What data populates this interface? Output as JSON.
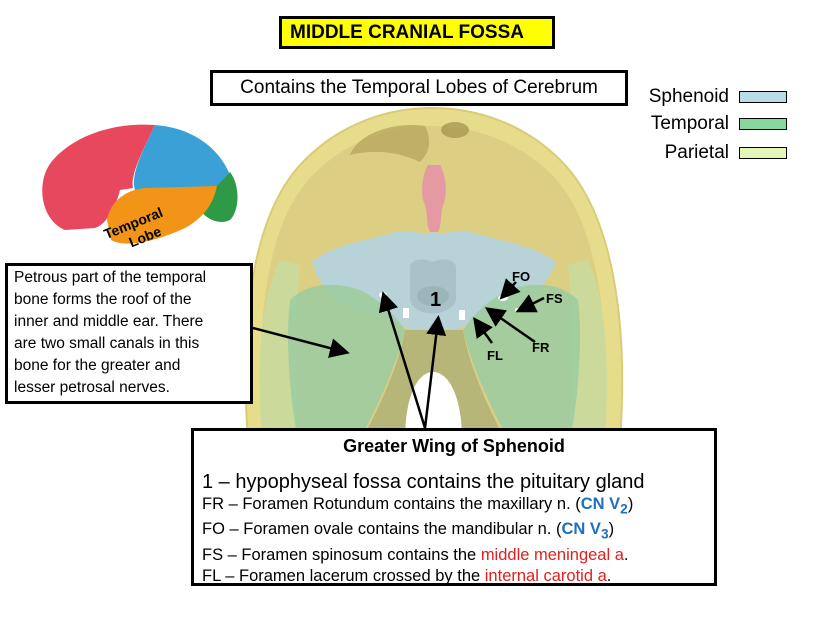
{
  "title": "MIDDLE CRANIAL FOSSA",
  "subtitle": "Contains the Temporal Lobes of Cerebrum",
  "legend": [
    {
      "label": "Sphenoid",
      "color": "#b9dde6"
    },
    {
      "label": "Temporal",
      "color": "#86d99c"
    },
    {
      "label": "Parietal",
      "color": "#e4f7b9"
    }
  ],
  "brain": {
    "label_line1": "Temporal",
    "label_line2": "Lobe",
    "colors": {
      "frontal": "#e8485e",
      "parietal": "#3aa0d6",
      "occipital": "#2e9a48",
      "temporal": "#f29418"
    }
  },
  "skull_labels": {
    "hypophyseal": "1",
    "fo": "FO",
    "fs": "FS",
    "fr": "FR",
    "fl": "FL"
  },
  "petrous_note": {
    "lines": [
      "Petrous part of the temporal",
      "bone forms the roof of the",
      "inner and middle ear.  There",
      "are two small canals in this",
      "bone for the greater and",
      "lesser petrosal nerves."
    ]
  },
  "greater_wing": {
    "title": "Greater Wing of Sphenoid",
    "line1": "1 – hypophyseal fossa contains the pituitary gland",
    "fr": {
      "prefix": "FR – Foramen Rotundum contains the maxillary n. (",
      "highlight": "CN V",
      "sub": "2",
      "suffix": ")"
    },
    "fo": {
      "prefix": "FO – Foramen ovale contains the mandibular n. (",
      "highlight": "CN V",
      "sub": "3",
      "suffix": ")"
    },
    "fs": {
      "prefix": "FS – Foramen spinosum contains the ",
      "highlight": "middle meningeal a",
      "suffix": "."
    },
    "fl": {
      "prefix": "FL – Foramen lacerum crossed by the ",
      "highlight": "internal carotid a",
      "suffix": "."
    }
  }
}
